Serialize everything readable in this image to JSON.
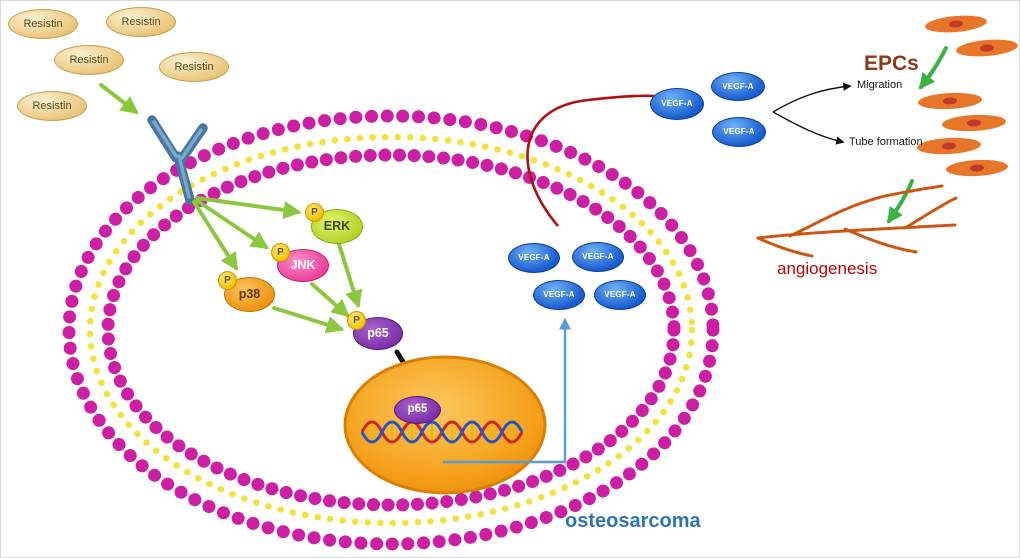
{
  "labels": {
    "resistin": "Resistin",
    "erk": "ERK",
    "jnk": "JNK",
    "p38": "p38",
    "p65": "p65",
    "phospho": "P",
    "vegfa": "VEGF-A",
    "epcs": "EPCs",
    "migration": "Migration",
    "tube_formation": "Tube formation",
    "angiogenesis": "angiogenesis",
    "cell": "osteosarcoma"
  },
  "colors": {
    "membrane_dots": "#cc1fa3",
    "membrane_inner_dots": "#f2e23a",
    "receptor": "#48769e",
    "signal_arrow_green": "#8dc63f",
    "epc_arrow_green": "#3bb143",
    "secretion_arrow_red": "#b01010",
    "transcription_line_blue": "#5b9bd5",
    "vegfa_fill": "#1b5fd1",
    "nucleus_fill": "#f5a11c",
    "epc_cell_fill": "#e8762a",
    "angiogenesis_text": "#c00000",
    "osteosarcoma_text": "#2e75b6",
    "epcs_text": "#8b3a1a"
  }
}
